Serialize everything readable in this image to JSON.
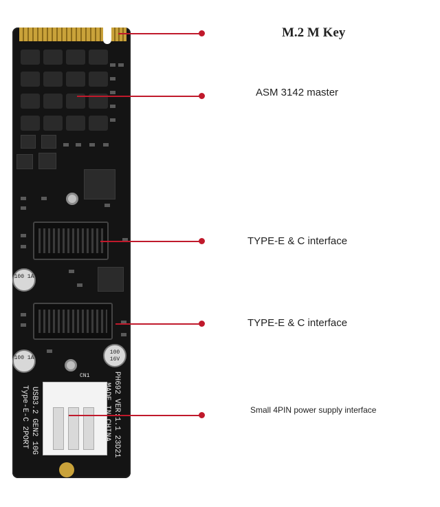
{
  "labels": {
    "m2_key": "M.2  M Key",
    "controller": "ASM 3142 master",
    "interface_1": "TYPE-E & C interface",
    "interface_2": "TYPE-E & C interface",
    "power": "Small 4PIN power supply interface"
  },
  "board_text": {
    "model_line": "PH692  VER:1.1  23D21",
    "made_in": "MADE IN CHINA",
    "usb_line": "USB3.2 GEN2 10G",
    "port_line": "Type-E-C 2PORT",
    "cap_1": "100 1A",
    "cap_2": "100 1A",
    "cap_3": "100 16V",
    "cnt": "CN1"
  },
  "colors": {
    "leader": "#c0192b",
    "pcb": "#141414",
    "gold_contacts": "#c9a23a"
  }
}
